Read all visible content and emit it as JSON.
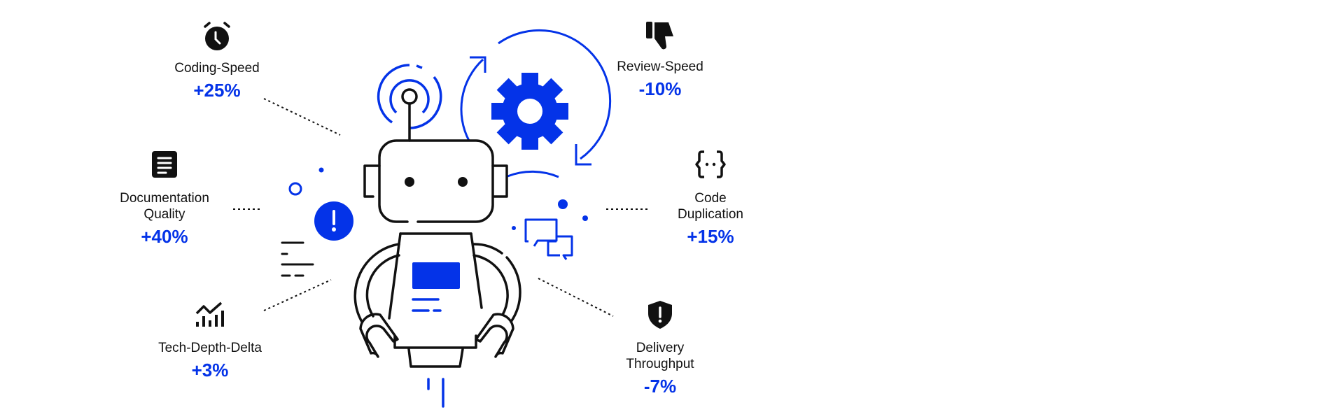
{
  "accent_color": "#0433e8",
  "metrics": [
    {
      "id": "coding-speed",
      "label": "Coding-Speed",
      "value": "+25%",
      "icon": "alarm-clock-icon"
    },
    {
      "id": "documentation-quality",
      "label_line1": "Documentation",
      "label_line2": "Quality",
      "value": "+40%",
      "icon": "document-icon"
    },
    {
      "id": "tech-depth-delta",
      "label": "Tech-Depth-Delta",
      "value": "+3%",
      "icon": "chart-trend-icon"
    },
    {
      "id": "review-speed",
      "label": "Review-Speed",
      "value": "-10%",
      "icon": "thumbs-down-icon"
    },
    {
      "id": "code-duplication",
      "label_line1": "Code",
      "label_line2": "Duplication",
      "value": "+15%",
      "icon": "code-braces-icon"
    },
    {
      "id": "delivery-throughput",
      "label_line1": "Delivery",
      "label_line2": "Throughput",
      "value": "-7%",
      "icon": "shield-alert-icon"
    }
  ]
}
